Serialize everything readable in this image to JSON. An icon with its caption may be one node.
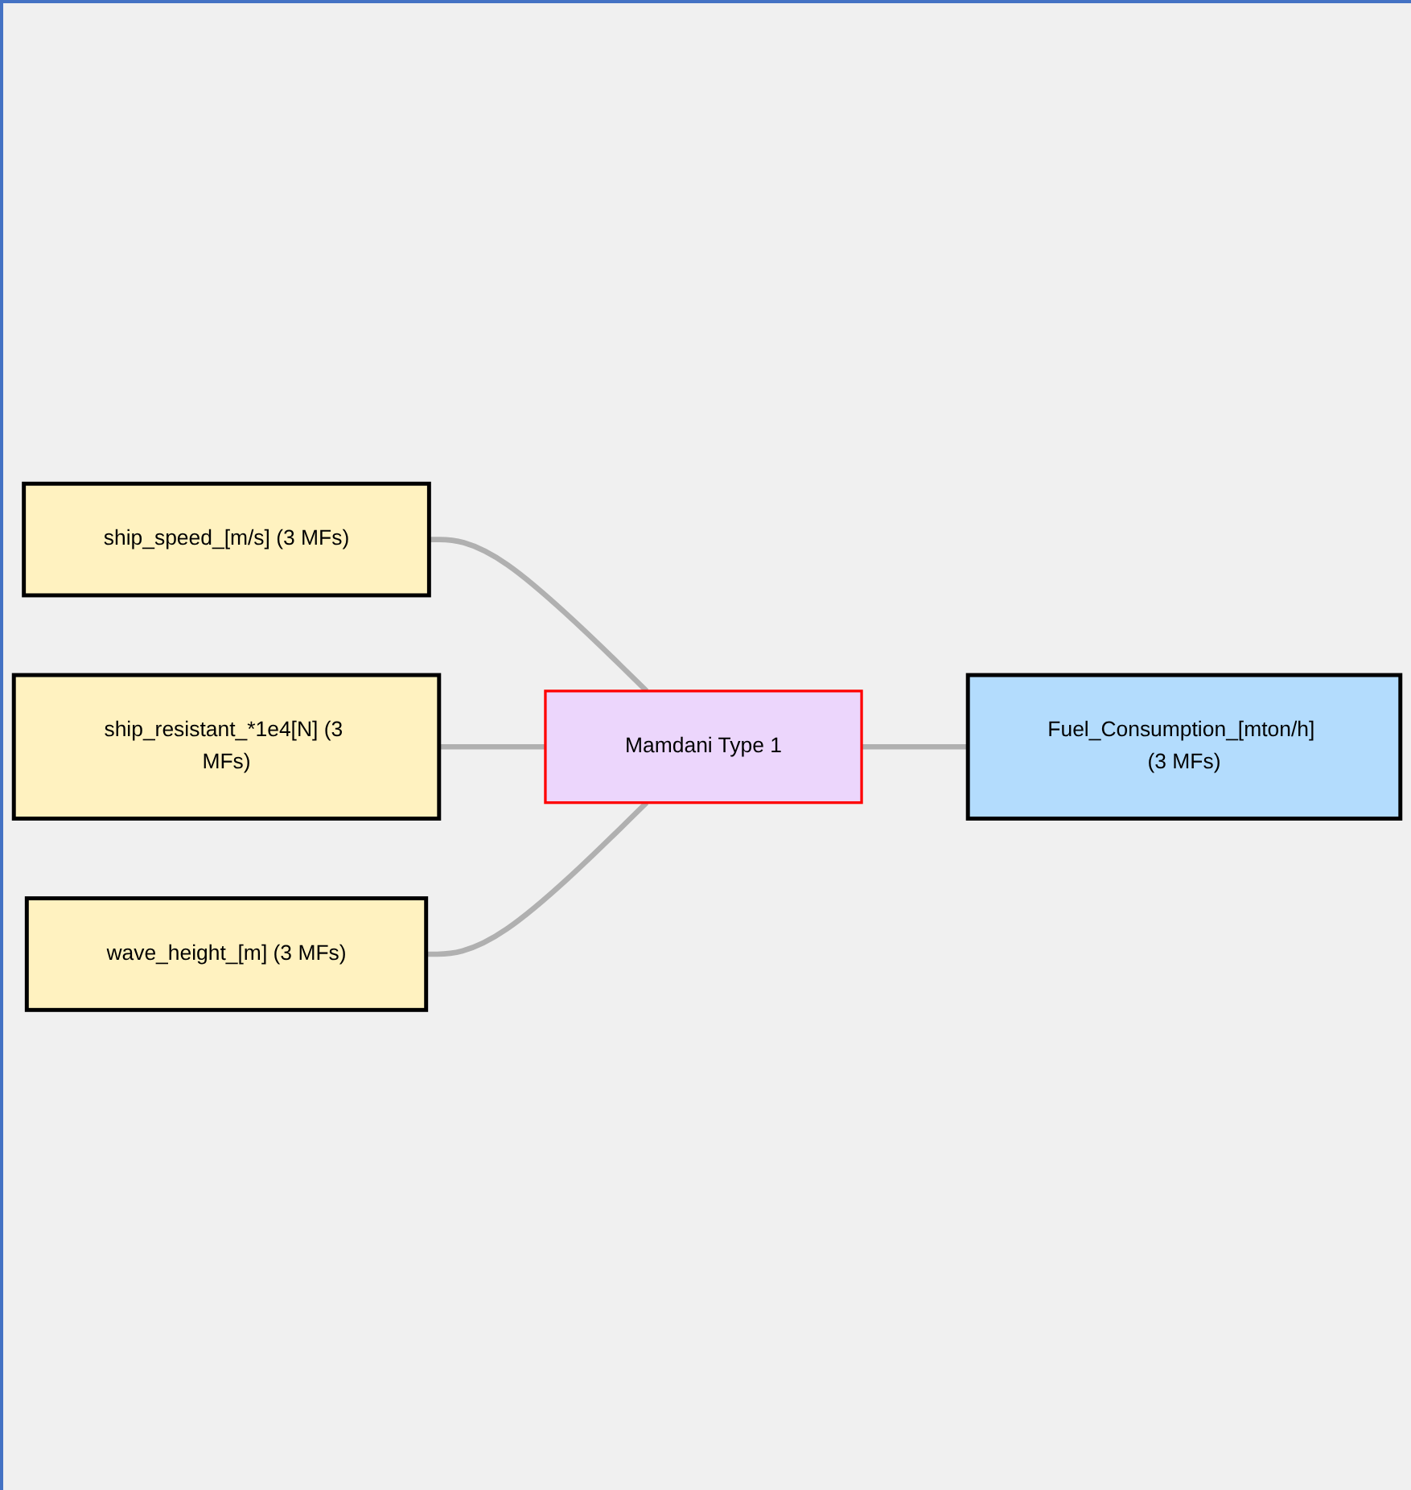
{
  "diagram": {
    "nodes": [
      {
        "text": [
          "ship_speed_[m/s] (3 MFs)"
        ]
      },
      {
        "text": [
          "ship_resistant_*1e4[N] (3 MFs)"
        ]
      },
      {
        "text": [
          "wave_height_[m] (3 MFs)"
        ]
      },
      {
        "text": [
          "Mamdani Type 1"
        ]
      },
      {
        "text": [
          "Fuel_Consumption_[mton/h] (3 MFs)"
        ]
      }
    ],
    "edges": [
      {
        "from": 0,
        "to": 3,
        "arrow": "none"
      },
      {
        "from": 1,
        "to": 3,
        "arrow": "none"
      },
      {
        "from": 2,
        "to": 3,
        "arrow": "none"
      },
      {
        "from": 3,
        "to": 4,
        "arrow": "none"
      }
    ]
  }
}
